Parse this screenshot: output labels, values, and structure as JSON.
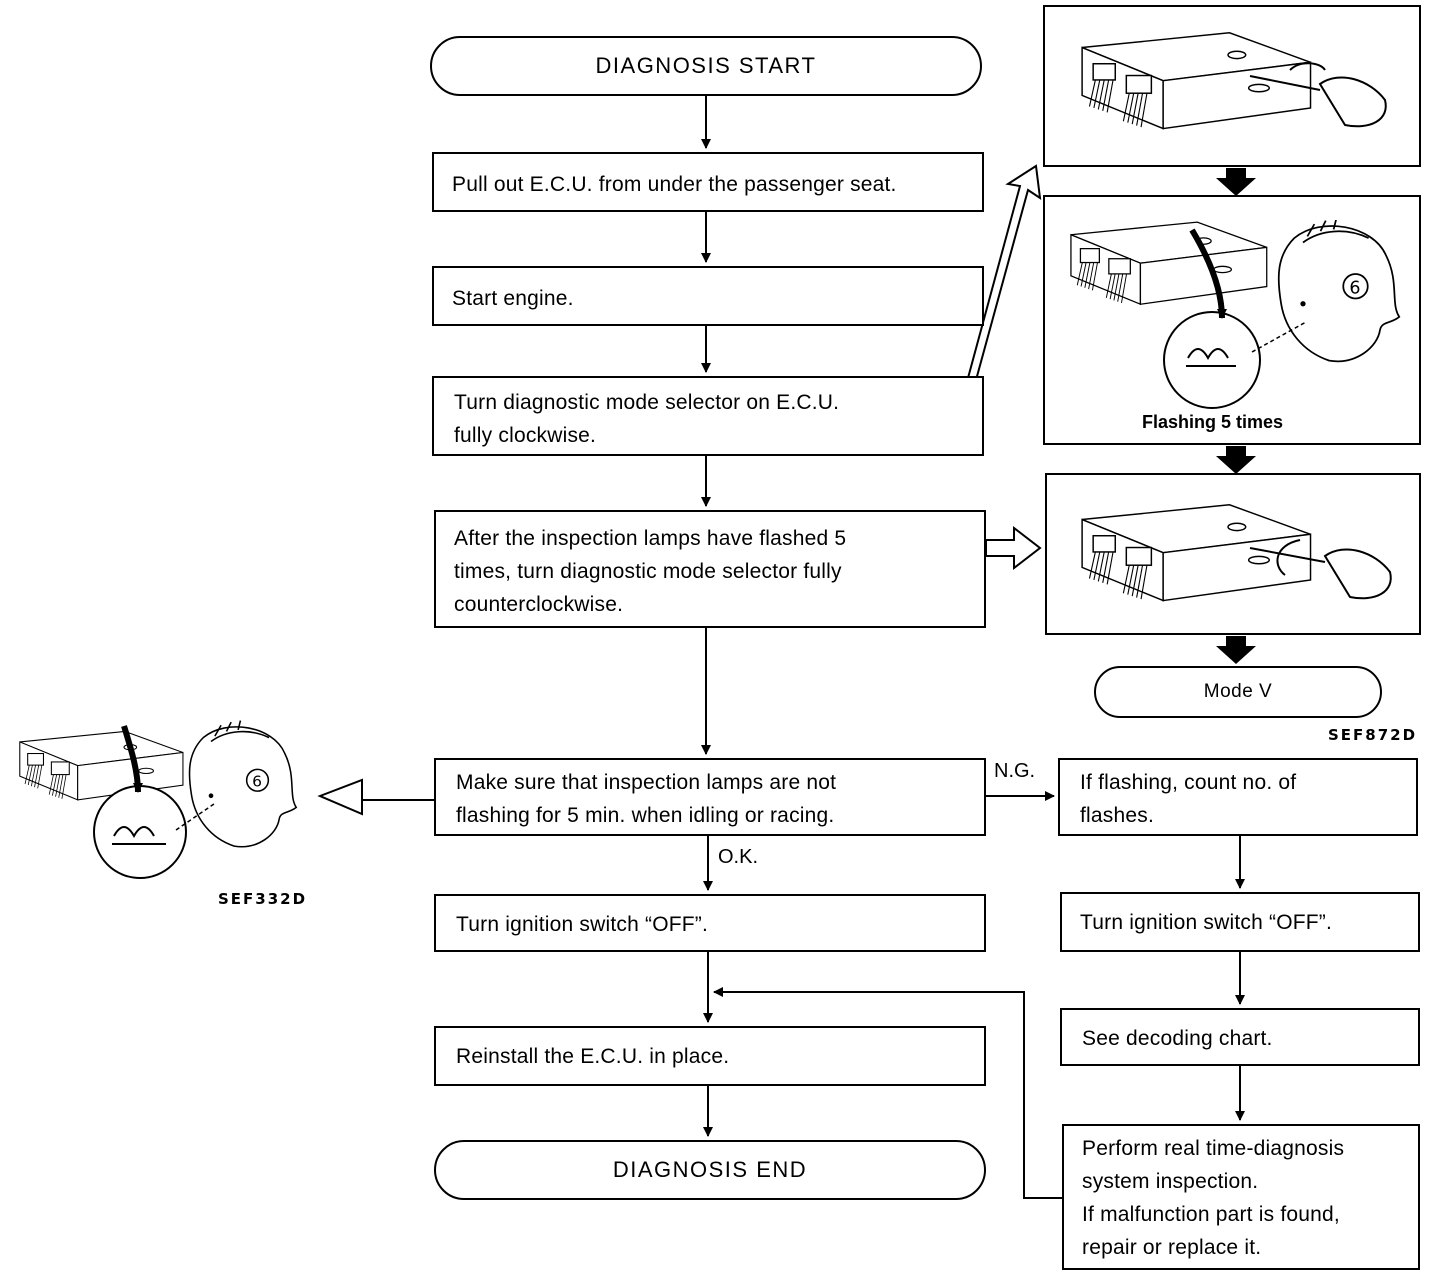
{
  "flow": {
    "start": "DIAGNOSIS START",
    "step_pull_out": "Pull out E.C.U. from under the passenger seat.",
    "step_start_engine": "Start engine.",
    "step_turn_selector": "Turn diagnostic mode selector on E.C.U.\nfully clockwise.",
    "step_after_flash": "After the inspection lamps have flashed 5\ntimes, turn diagnostic mode selector fully\ncounterclockwise.",
    "step_make_sure": "Make sure that inspection lamps are not\nflashing for 5 min. when idling or racing.",
    "label_ng": "N.G.",
    "label_ok": "O.K.",
    "step_ignition_off_ok": "Turn ignition switch “OFF”.",
    "step_reinstall": "Reinstall the E.C.U. in place.",
    "end": "DIAGNOSIS END"
  },
  "ng_branch": {
    "step_count": "If flashing, count no. of\nflashes.",
    "step_ignition_off": "Turn ignition switch “OFF”.",
    "step_decoding": "See decoding chart.",
    "step_perform": "Perform real time-diagnosis\nsystem inspection.\nIf malfunction part is found,\nrepair or replace it."
  },
  "illustrations": {
    "flashing_caption": "Flashing 5 times",
    "mode_label": "Mode V",
    "code_right": "SEF872D",
    "code_left": "SEF332D"
  }
}
